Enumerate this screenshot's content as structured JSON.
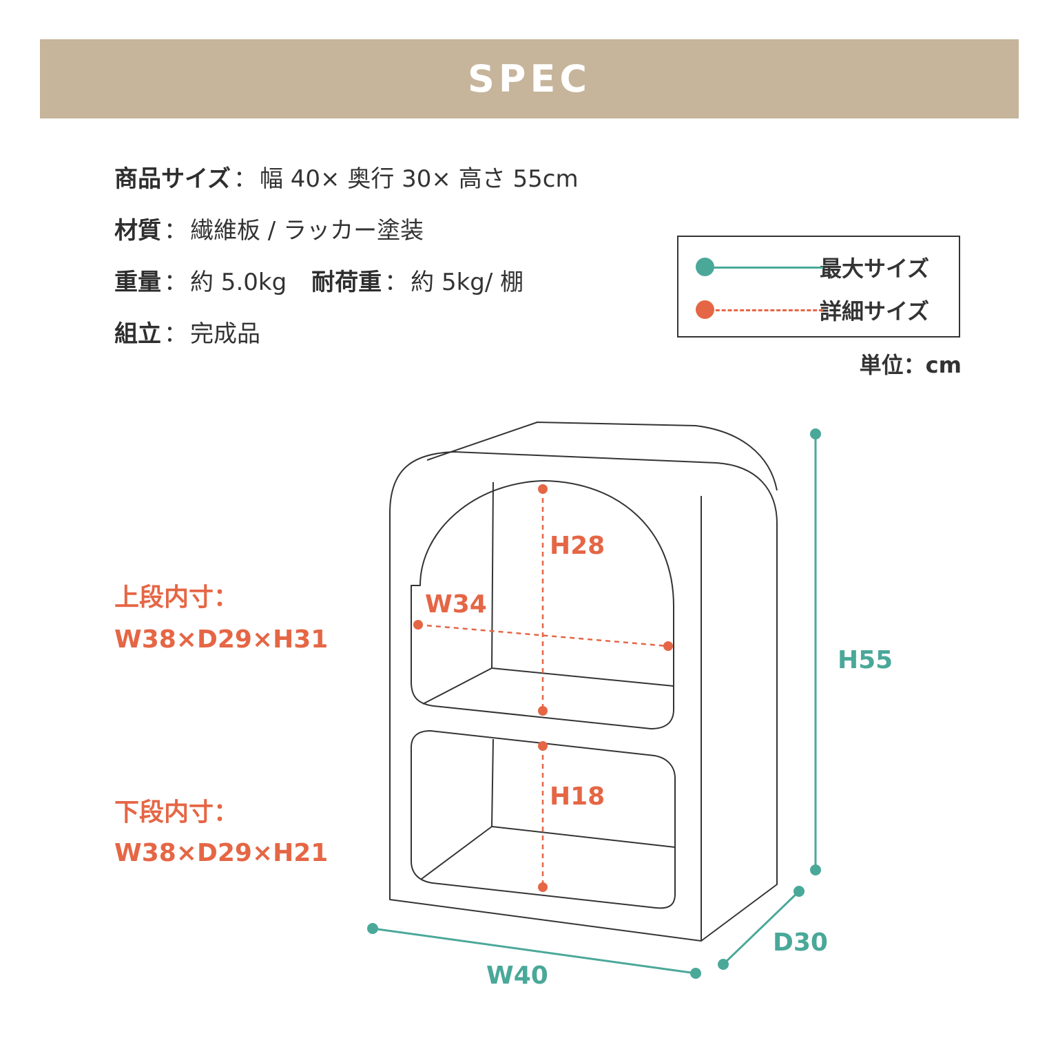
{
  "header": {
    "title": "SPEC"
  },
  "spec": {
    "size": {
      "label": "商品サイズ",
      "sep": "：",
      "value": "幅 40× 奥行 30× 高さ 55cm"
    },
    "material": {
      "label": "材質",
      "sep": "：",
      "value": "繊維板 / ラッカー塗装"
    },
    "weight": {
      "label": "重量",
      "sep": "：",
      "value": "約 5.0kg"
    },
    "load": {
      "label": "耐荷重",
      "sep": "：",
      "value": "約 5kg/ 棚"
    },
    "assembly": {
      "label": "組立",
      "sep": "：",
      "value": "完成品"
    }
  },
  "legend": {
    "max": {
      "label": "最大サイズ",
      "color": "#4aa899"
    },
    "detail": {
      "label": "詳細サイズ",
      "color": "#e56645"
    }
  },
  "unit": "単位：cm",
  "inner": {
    "upper_title": "上段内寸：",
    "upper_dims": "W38×D29×H31",
    "lower_title": "下段内寸：",
    "lower_dims": "W38×D29×H21"
  },
  "dimensions": {
    "h28": "H28",
    "w34": "W34",
    "h18": "H18",
    "h55": "H55",
    "w40": "W40",
    "d30": "D30"
  },
  "colors": {
    "accent_teal": "#4aa899",
    "accent_orange": "#e56645",
    "header_bg": "#c6b59b",
    "outline": "#333333"
  }
}
